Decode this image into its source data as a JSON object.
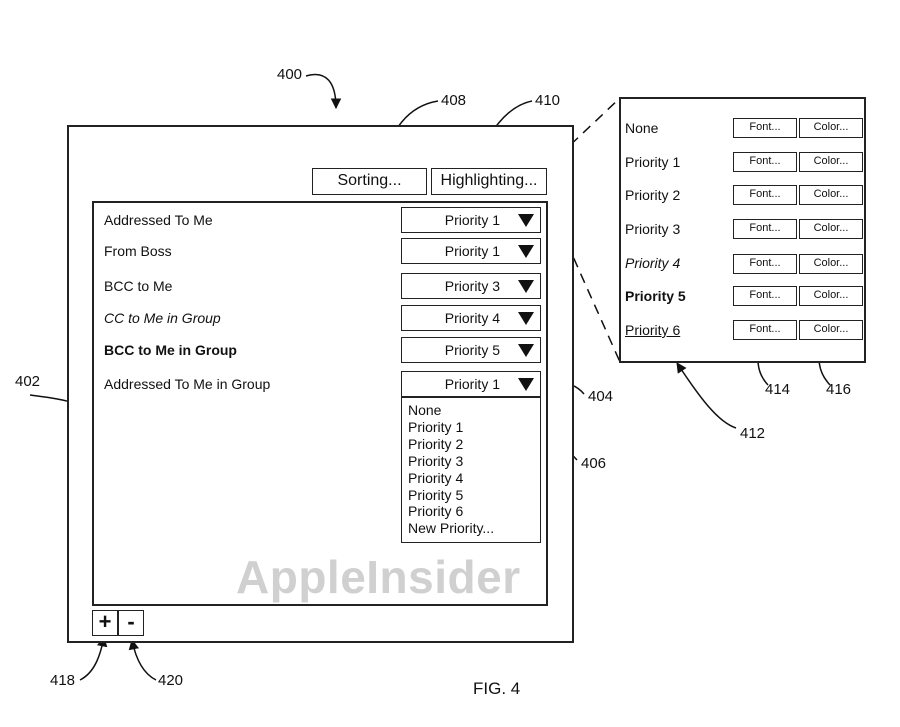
{
  "reference_numerals": {
    "fig": "400",
    "sorting": "408",
    "highlighting": "410",
    "list": "402",
    "popup_arrow": "404",
    "dropdown": "406",
    "highlight_panel": "412",
    "font_col": "414",
    "color_col": "416",
    "plus": "418",
    "minus": "420"
  },
  "toolbar": {
    "sorting_label": "Sorting...",
    "highlighting_label": "Highlighting..."
  },
  "rules": [
    {
      "label": "Addressed To Me",
      "priority": "Priority 1",
      "style": "normal"
    },
    {
      "label": "From Boss",
      "priority": "Priority 1",
      "style": "normal"
    },
    {
      "label": "BCC to Me",
      "priority": "Priority 3",
      "style": "normal"
    },
    {
      "label": "CC to Me in Group",
      "priority": "Priority 4",
      "style": "italic"
    },
    {
      "label": "BCC to Me in Group",
      "priority": "Priority 5",
      "style": "bold"
    },
    {
      "label": "Addressed To Me in Group",
      "priority": "Priority 1",
      "style": "normal"
    }
  ],
  "dropdown_options": [
    "None",
    "Priority 1",
    "Priority 2",
    "Priority 3",
    "Priority 4",
    "Priority 5",
    "Priority 6",
    "New Priority..."
  ],
  "highlight_rows": [
    {
      "label": "None",
      "style": "normal"
    },
    {
      "label": "Priority 1",
      "style": "normal"
    },
    {
      "label": "Priority 2",
      "style": "normal"
    },
    {
      "label": "Priority 3",
      "style": "normal"
    },
    {
      "label": "Priority 4",
      "style": "italic"
    },
    {
      "label": "Priority 5",
      "style": "bold"
    },
    {
      "label": "Priority 6",
      "style": "underline"
    }
  ],
  "font_button_label": "Font...",
  "color_button_label": "Color...",
  "bottom_buttons": {
    "plus": "+",
    "minus": "-"
  },
  "figure_caption": "FIG. 4",
  "watermark": "AppleInsider"
}
